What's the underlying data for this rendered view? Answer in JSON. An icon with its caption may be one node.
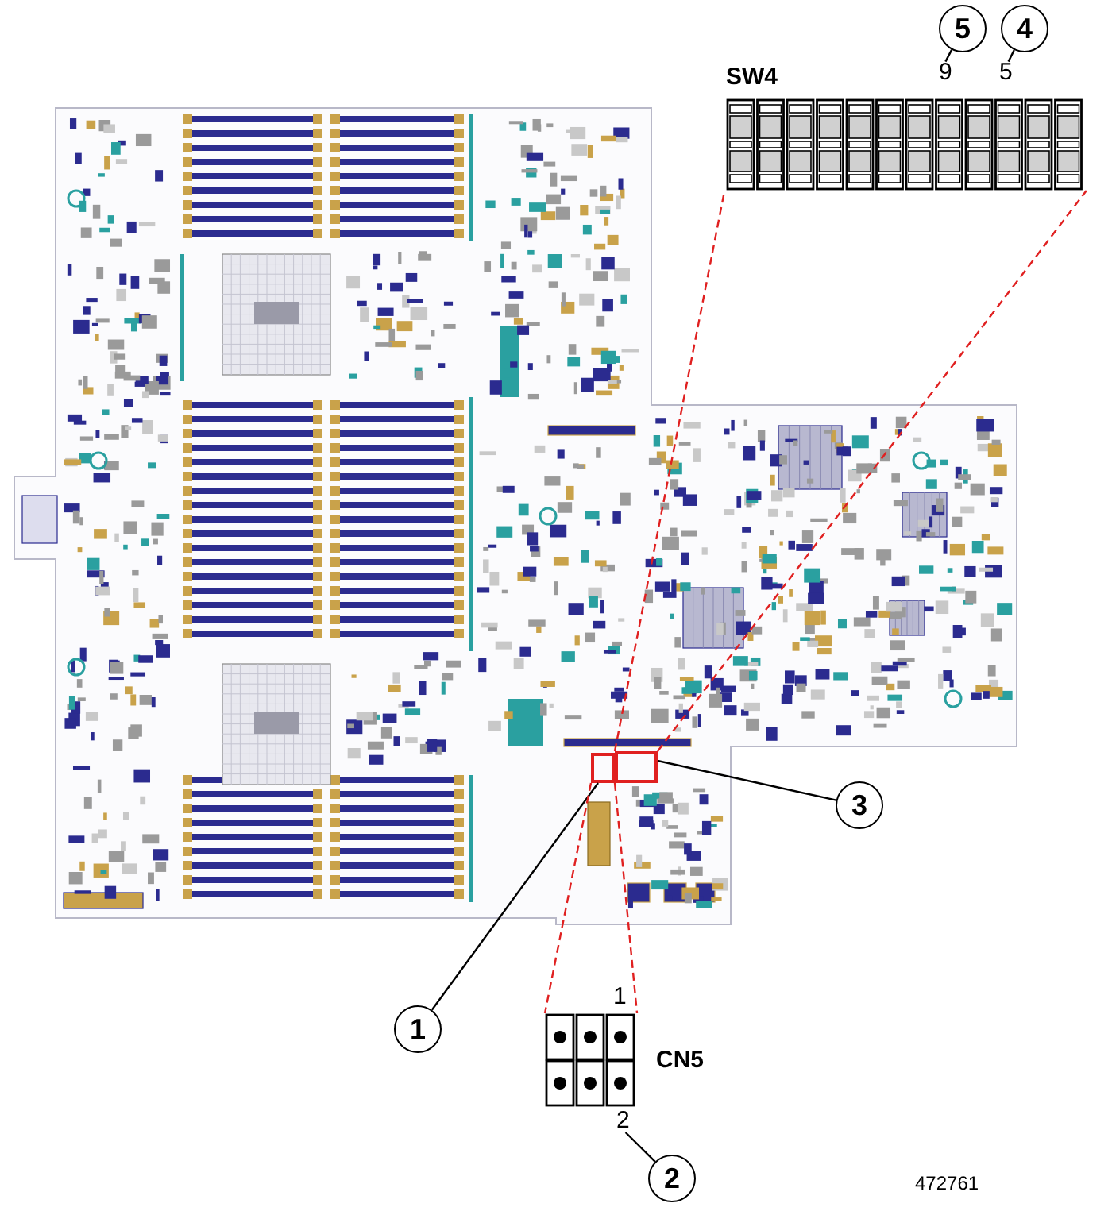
{
  "diagram": {
    "nodes": [
      {
        "text": [],
        "shape": "picture"
      },
      {
        "text": [],
        "shape": "box",
        "in": 0
      },
      {
        "text": [],
        "shape": "box",
        "in": 0
      },
      {
        "text": [
          "SW4"
        ]
      },
      {
        "text": [
          "9"
        ],
        "in": 3
      },
      {
        "text": [
          "5"
        ],
        "in": 3
      },
      {
        "text": [
          "5"
        ]
      },
      {
        "text": [
          "4"
        ]
      },
      {
        "text": [
          "3"
        ]
      },
      {
        "text": [
          "1"
        ]
      },
      {
        "text": [
          "CN5"
        ]
      },
      {
        "text": [
          "2"
        ]
      },
      {
        "text": [
          "2"
        ]
      }
    ],
    "edges": [
      {
        "from": 6,
        "to": 4,
        "arrow": "none"
      },
      {
        "from": 7,
        "to": 5,
        "arrow": "none"
      },
      {
        "from": 8,
        "to": 2,
        "arrow": "none"
      },
      {
        "from": 9,
        "to": 1,
        "arrow": "none"
      },
      {
        "from": 12,
        "to": 11,
        "arrow": "none"
      },
      {
        "from": 2,
        "to": 3,
        "arrow": "none",
        "style": "dashed",
        "color": "#e02020"
      },
      {
        "from": 2,
        "to": 3,
        "arrow": "none",
        "style": "dashed",
        "color": "#e02020"
      },
      {
        "from": 1,
        "to": 10,
        "arrow": "none",
        "style": "dashed",
        "color": "#e02020"
      },
      {
        "from": 1,
        "to": 10,
        "arrow": "none",
        "style": "dashed",
        "color": "#e02020"
      }
    ],
    "labels": [
      "1",
      "472761"
    ]
  }
}
